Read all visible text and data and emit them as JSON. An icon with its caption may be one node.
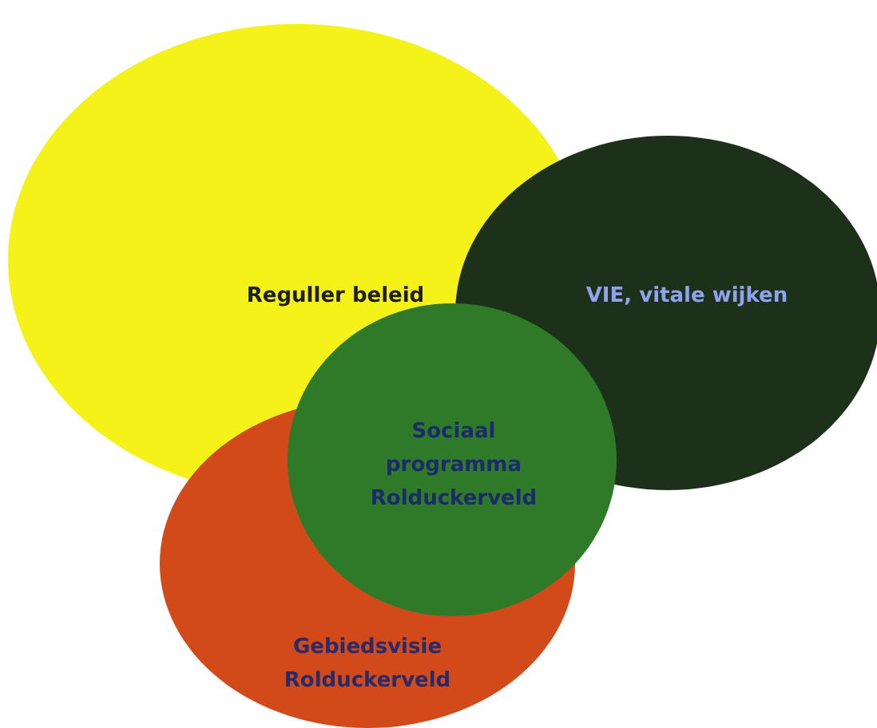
{
  "diagram": {
    "nodes": [
      {
        "text": [
          "Reguller beleid"
        ]
      },
      {
        "text": [
          "VIE, vitale wijken"
        ]
      },
      {
        "text": [
          "Sociaal programma Rolduckerveld"
        ]
      },
      {
        "text": [
          "Gebiedsvisie Rolduckerveld"
        ]
      }
    ]
  }
}
